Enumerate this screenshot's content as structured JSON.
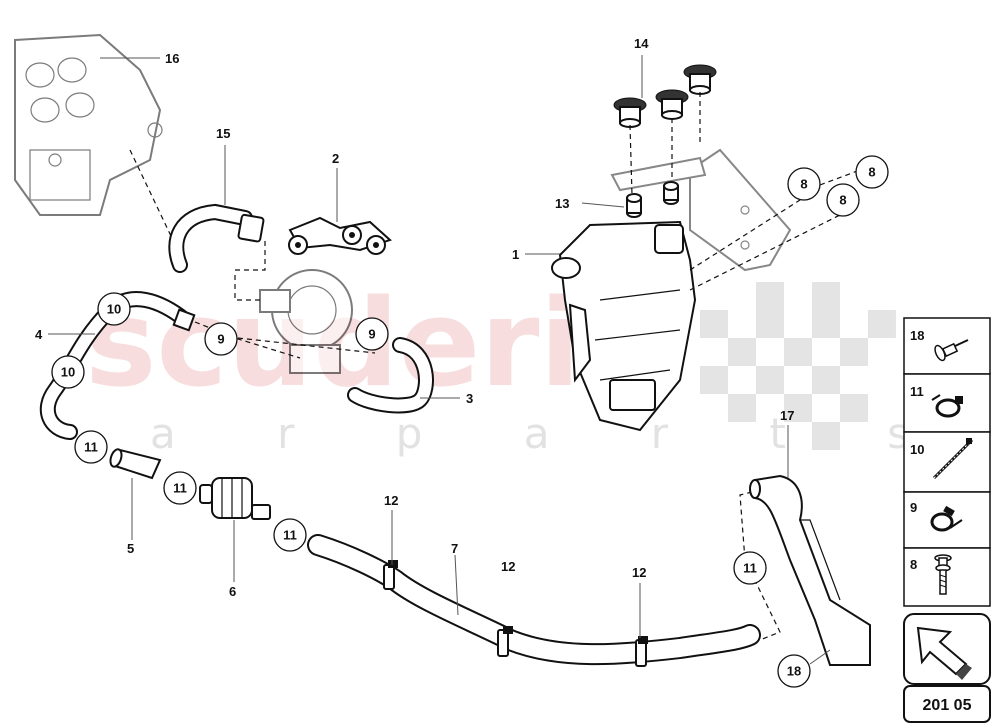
{
  "watermark": {
    "brand": "scuderia",
    "tagline": "a r p a r t s"
  },
  "diagram_code": "201 05",
  "callouts": [
    {
      "id": "c1",
      "text": "1"
    },
    {
      "id": "c2",
      "text": "2"
    },
    {
      "id": "c3",
      "text": "3"
    },
    {
      "id": "c4",
      "text": "4"
    },
    {
      "id": "c5",
      "text": "5"
    },
    {
      "id": "c6",
      "text": "6"
    },
    {
      "id": "c7",
      "text": "7"
    },
    {
      "id": "c12a",
      "text": "12"
    },
    {
      "id": "c12b",
      "text": "12"
    },
    {
      "id": "c12c",
      "text": "12"
    },
    {
      "id": "c13",
      "text": "13"
    },
    {
      "id": "c14",
      "text": "14"
    },
    {
      "id": "c15",
      "text": "15"
    },
    {
      "id": "c16",
      "text": "16"
    },
    {
      "id": "c17",
      "text": "17"
    }
  ],
  "circled_callouts": [
    {
      "id": "k8a",
      "text": "8"
    },
    {
      "id": "k8b",
      "text": "8"
    },
    {
      "id": "k8c",
      "text": "8"
    },
    {
      "id": "k9a",
      "text": "9"
    },
    {
      "id": "k9b",
      "text": "9"
    },
    {
      "id": "k10a",
      "text": "10"
    },
    {
      "id": "k10b",
      "text": "10"
    },
    {
      "id": "k11a",
      "text": "11"
    },
    {
      "id": "k11b",
      "text": "11"
    },
    {
      "id": "k11c",
      "text": "11"
    },
    {
      "id": "k11d",
      "text": "11"
    },
    {
      "id": "k18",
      "text": "18"
    }
  ],
  "legend": [
    {
      "text": "18",
      "icon": "rivet-icon"
    },
    {
      "text": "11",
      "icon": "hose-clamp-icon"
    },
    {
      "text": "10",
      "icon": "cable-tie-icon"
    },
    {
      "text": "9",
      "icon": "clip-icon"
    },
    {
      "text": "8",
      "icon": "screw-icon"
    }
  ],
  "nav_arrow_icon": "arrow-up-left-icon"
}
